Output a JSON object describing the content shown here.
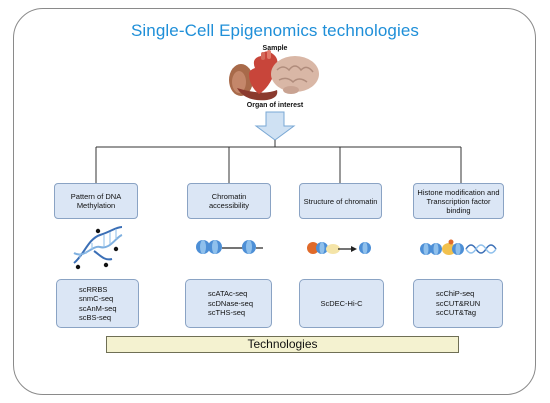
{
  "title": "Single-Cell Epigenomics technologies",
  "sample_label": "Sample",
  "organ_label": "Organ of interest",
  "categories": [
    {
      "label": "Pattern of DNA Methylation",
      "techniques": [
        "scRRBS",
        "snmC-seq",
        "scAnM-seq",
        "scBS-seq"
      ]
    },
    {
      "label": "Chromatin accessibility",
      "techniques": [
        "scATAc-seq",
        "scDNase-seq",
        "scTHS-seq"
      ]
    },
    {
      "label": "Structure of chromatin",
      "techniques": [
        "ScDEC-Hi-C"
      ]
    },
    {
      "label": "Histone modification and Transcription factor binding",
      "techniques": [
        "scChiP-seq",
        "scCUT&RUN",
        "scCUT&Tag"
      ]
    }
  ],
  "footer_label": "Technologies",
  "colors": {
    "title": "#1f8fd8",
    "box_fill": "#dbe6f5",
    "arrow": "#cfe1f3",
    "footer_fill": "#f4f2d0"
  },
  "icons": [
    "organs-icon",
    "dna-methylation-icon",
    "nucleosome-icon",
    "chromatin-loop-icon",
    "histone-tf-icon"
  ]
}
